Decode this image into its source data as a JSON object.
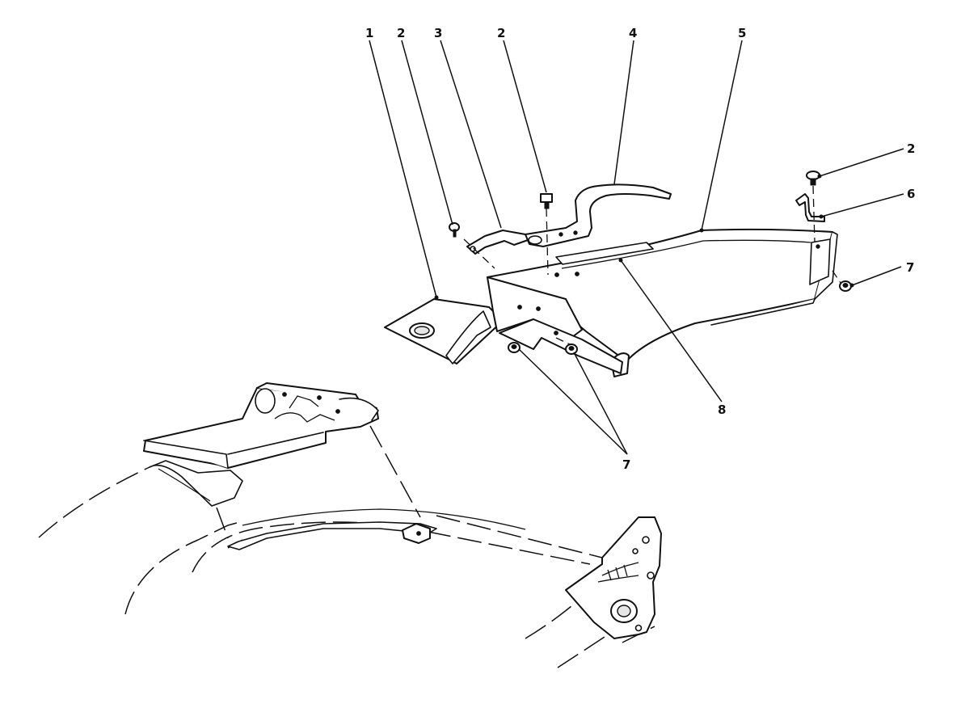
{
  "callouts": {
    "c1": "1",
    "c2a": "2",
    "c3": "3",
    "c2b": "2",
    "c4": "4",
    "c5": "5",
    "c2c": "2",
    "c6": "6",
    "c7a": "7",
    "c8": "8",
    "c7b": "7"
  },
  "colors": {
    "ink": "#111111",
    "paper": "#ffffff"
  }
}
